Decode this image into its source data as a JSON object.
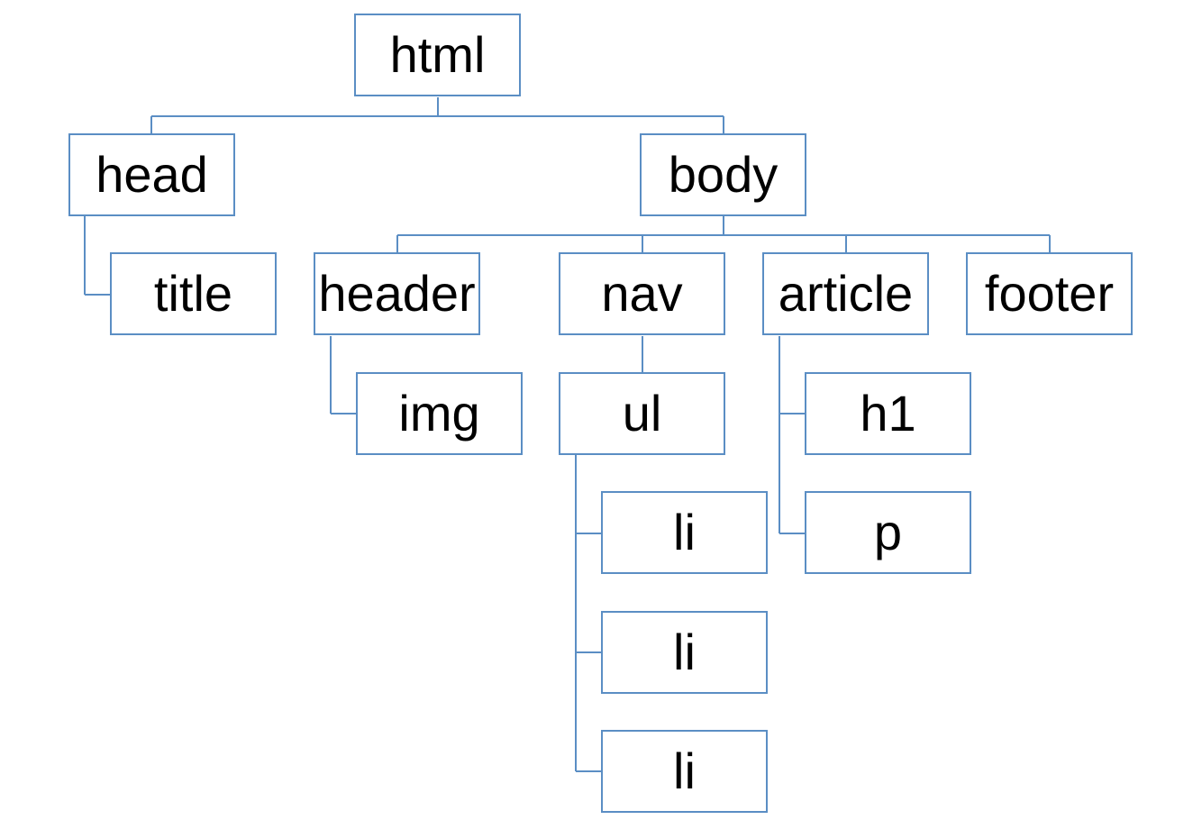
{
  "diagram": {
    "colors": {
      "border": "#5b8ec4",
      "connector": "#5b8ec4",
      "text": "#000000",
      "background": "#ffffff"
    },
    "nodes": {
      "html": "html",
      "head": "head",
      "body": "body",
      "title": "title",
      "header": "header",
      "nav": "nav",
      "article": "article",
      "footer": "footer",
      "img": "img",
      "ul": "ul",
      "h1": "h1",
      "p": "p",
      "li_1": "li",
      "li_2": "li",
      "li_3": "li"
    },
    "edges": [
      [
        "html",
        "head"
      ],
      [
        "html",
        "body"
      ],
      [
        "head",
        "title"
      ],
      [
        "body",
        "header"
      ],
      [
        "body",
        "nav"
      ],
      [
        "body",
        "article"
      ],
      [
        "body",
        "footer"
      ],
      [
        "header",
        "img"
      ],
      [
        "nav",
        "ul"
      ],
      [
        "article",
        "h1"
      ],
      [
        "article",
        "p"
      ],
      [
        "ul",
        "li_1"
      ],
      [
        "ul",
        "li_2"
      ],
      [
        "ul",
        "li_3"
      ]
    ]
  }
}
